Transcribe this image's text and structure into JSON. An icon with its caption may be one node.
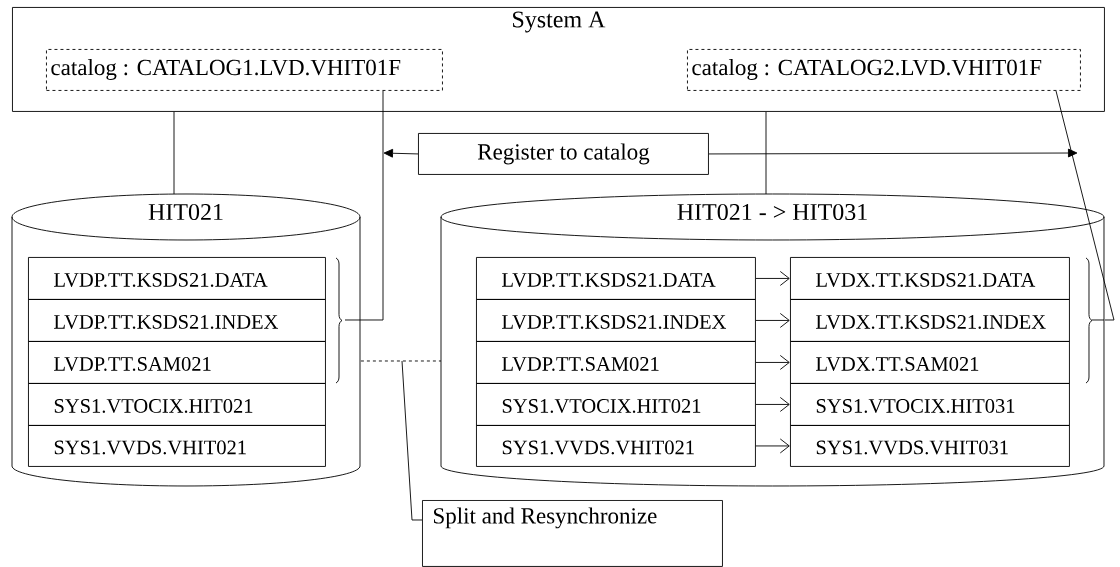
{
  "diagram": {
    "nodes": [
      {
        "text": [
          "System A"
        ]
      },
      {
        "text": [
          "catalog : CATALOG1.LVD.VHIT01F"
        ],
        "in": 0
      },
      {
        "text": [
          "catalog : CATALOG2.LVD.VHIT01F"
        ],
        "in": 0
      },
      {
        "text": [
          "Register to catalog"
        ]
      },
      {
        "text": [
          "HIT021"
        ]
      },
      {
        "text": [
          "LVDP.TT.KSDS21.DATA"
        ],
        "in": 4
      },
      {
        "text": [
          "LVDP.TT.KSDS21.INDEX"
        ],
        "in": 4
      },
      {
        "text": [
          "LVDP.TT.SAM021"
        ],
        "in": 4
      },
      {
        "text": [
          "SYS1.VTOCIX.HIT021"
        ],
        "in": 4
      },
      {
        "text": [
          "SYS1.VVDS.VHIT021"
        ],
        "in": 4
      },
      {
        "text": [
          "HIT021 - > HIT031"
        ]
      },
      {
        "text": [
          "LVDP.TT.KSDS21.DATA"
        ],
        "in": 10
      },
      {
        "text": [
          "LVDP.TT.KSDS21.INDEX"
        ],
        "in": 10
      },
      {
        "text": [
          "LVDP.TT.SAM021"
        ],
        "in": 10
      },
      {
        "text": [
          "SYS1.VTOCIX.HIT021"
        ],
        "in": 10
      },
      {
        "text": [
          "SYS1.VVDS.VHIT021"
        ],
        "in": 10
      },
      {
        "text": [
          "LVDX.TT.KSDS21.DATA"
        ],
        "in": 10
      },
      {
        "text": [
          "LVDX.TT.KSDS21.INDEX"
        ],
        "in": 10
      },
      {
        "text": [
          "LVDX.TT.SAM021"
        ],
        "in": 10
      },
      {
        "text": [
          "SYS1.VTOCIX.HIT031"
        ],
        "in": 10
      },
      {
        "text": [
          "SYS1.VVDS.VHIT031"
        ],
        "in": 10
      },
      {
        "text": [
          "Split and Resynchronize"
        ]
      }
    ],
    "edges": [
      {
        "from": 0,
        "to": 4,
        "arrow": "none"
      },
      {
        "from": 0,
        "to": 10,
        "arrow": "none"
      },
      {
        "from": 1,
        "to": null,
        "arrow": "none"
      },
      {
        "from": 2,
        "to": 10,
        "arrow": "none"
      },
      {
        "from": 3,
        "to": null,
        "arrow": "to"
      },
      {
        "from": 3,
        "to": null,
        "arrow": "to"
      },
      {
        "from": 11,
        "to": 16,
        "arrow": "to"
      },
      {
        "from": 12,
        "to": 17,
        "arrow": "to"
      },
      {
        "from": 13,
        "to": 18,
        "arrow": "to"
      },
      {
        "from": 14,
        "to": 19,
        "arrow": "to"
      },
      {
        "from": 15,
        "to": 20,
        "arrow": "to"
      },
      {
        "from": 4,
        "to": 10,
        "arrow": "none",
        "style": "dashed"
      },
      {
        "from": 21,
        "to": null,
        "arrow": "none"
      }
    ]
  }
}
